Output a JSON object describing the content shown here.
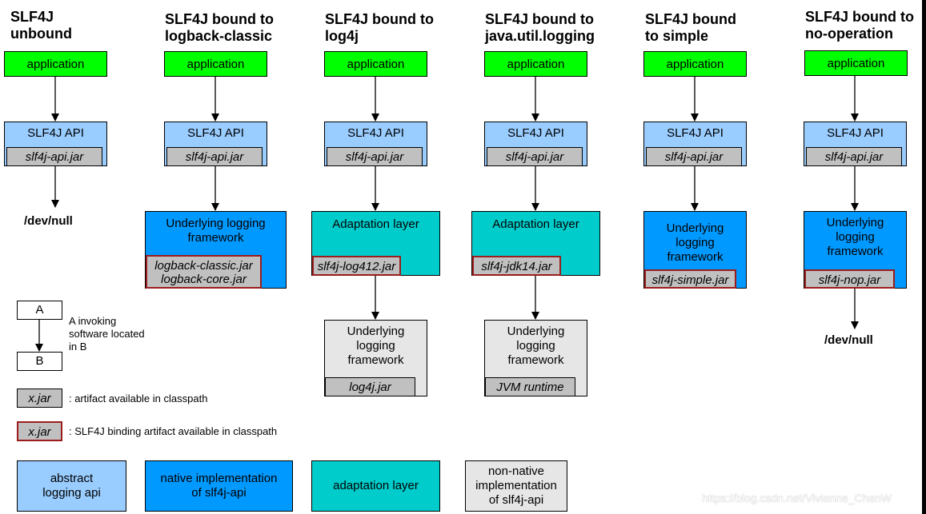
{
  "columns": [
    {
      "title": "SLF4J\nunbound",
      "app": "application",
      "api": "SLF4J API",
      "api_jar": "slf4j-api.jar",
      "end": "/dev/null"
    },
    {
      "title": "SLF4J bound to\nlogback-classic",
      "app": "application",
      "api": "SLF4J API",
      "api_jar": "slf4j-api.jar",
      "native_label": "Underlying logging\nframework",
      "native_jar": "logback-classic.jar\nlogback-core.jar"
    },
    {
      "title": "SLF4J bound to\nlog4j",
      "app": "application",
      "api": "SLF4J API",
      "api_jar": "slf4j-api.jar",
      "adapt_label": "Adaptation layer",
      "adapt_jar": "slf4j-log412.jar",
      "framework_label": "Underlying\nlogging\nframework",
      "framework_jar": "log4j.jar"
    },
    {
      "title": "SLF4J bound to\njava.util.logging",
      "app": "application",
      "api": "SLF4J API",
      "api_jar": "slf4j-api.jar",
      "adapt_label": "Adaptation layer",
      "adapt_jar": "slf4j-jdk14.jar",
      "framework_label": "Underlying\nlogging\nframework",
      "framework_jar": "JVM runtime"
    },
    {
      "title": "SLF4J bound\nto simple",
      "app": "application",
      "api": "SLF4J API",
      "api_jar": "slf4j-api.jar",
      "native_label": "Underlying\nlogging\nframework",
      "native_jar": "slf4j-simple.jar"
    },
    {
      "title": "SLF4J bound to\nno-operation",
      "app": "application",
      "api": "SLF4J API",
      "api_jar": "slf4j-api.jar",
      "native_label": "Underlying\nlogging\nframework",
      "native_jar": "slf4j-nop.jar",
      "end": "/dev/null"
    }
  ],
  "legend": {
    "box_a": "A",
    "box_b": "B",
    "invoke_text": "A invoking\nsoftware located\nin B",
    "jar_sample": "x.jar",
    "jar_text": ": artifact available in classpath",
    "binding_jar_sample": "x.jar",
    "binding_text": ": SLF4J binding artifact available in classpath",
    "abstract": "abstract\nlogging api",
    "native": "native implementation\nof slf4j-api",
    "adaptation": "adaptation layer",
    "nonnative": "non-native\nimplementation\nof slf4j-api"
  },
  "watermark": "https://blog.csdn.net/Vivienne_ChenW",
  "colors": {
    "application": "#00ff00",
    "abstract_api": "#99ccff",
    "native": "#0099ff",
    "adaptation": "#00cccc",
    "nonnative": "#e6e6e6",
    "jar": "#c0c0c0",
    "binding_border": "#9b1c1c"
  }
}
